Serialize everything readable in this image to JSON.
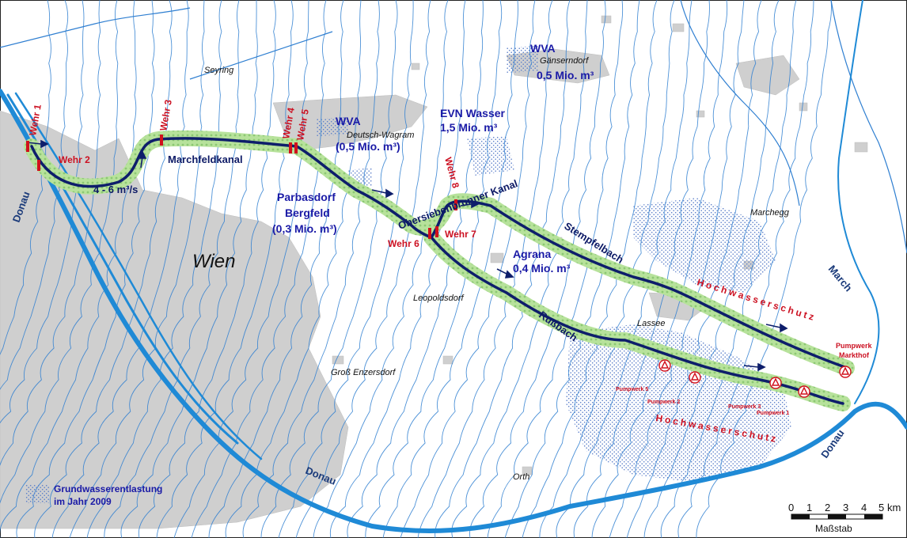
{
  "colors": {
    "settlement": "#cfcfcf",
    "contour": "#2f7fd1",
    "river": "#1f8ad6",
    "canal": "#0e1e6b",
    "buffer": "#a8d98a",
    "weir": "#d0101c",
    "label_blue": "#1a1aa6",
    "label_red": "#cc1122",
    "hatch": "#5b7ec9"
  },
  "city": "Wien",
  "towns": {
    "seyring": "Seyring",
    "deutsch_wagram": "Deutsch-Wagram",
    "gaenserndorf": "Gänserndorf",
    "marchegg": "Marchegg",
    "leopoldsdorf": "Leopoldsdorf",
    "lassee": "Lassee",
    "gross_enzersdorf": "Groß Enzersdorf",
    "orth": "Orth"
  },
  "rivers": {
    "donau_left": "Donau",
    "donau_bottom": "Donau",
    "donau_right": "Donau",
    "march": "March"
  },
  "canals": {
    "marchfeldkanal": "Marchfeldkanal",
    "flow": "4 - 6 m³/s",
    "obersiebenbrunner": "Obersiebenbrunner Kanal",
    "stempfelbach": "Stempfelbach",
    "russbach": "Rußbach"
  },
  "weirs": [
    "Wehr 1",
    "Wehr 2",
    "Wehr 3",
    "Wehr 4",
    "Wehr 5",
    "Wehr 6",
    "Wehr 7",
    "Wehr 8"
  ],
  "waterworks": {
    "wva_gaenserndorf": {
      "name": "WVA",
      "amount": "0,5 Mio. m³"
    },
    "wva_wagram": {
      "name": "WVA",
      "amount": "(0,5 Mio. m³)"
    },
    "evn": {
      "name": "EVN Wasser",
      "amount": "1,5 Mio. m³"
    },
    "parbasdorf": {
      "line1": "Parbasdorf",
      "line2": "Bergfeld",
      "amount": "(0,3 Mio. m³)"
    },
    "agrana": {
      "name": "Agrana",
      "amount": "0,4 Mio. m³"
    }
  },
  "flood_protection": {
    "north": "Hochwasserschutz",
    "south": "Hochwasserschutz"
  },
  "pumping_stations": {
    "markthof_line1": "Pumpwerk",
    "markthof_line2": "Markthof",
    "p1": "Pumpwerk 1",
    "p2": "Pumpwerk 2",
    "p3": "Pumpwerk 3",
    "p5": "Pumpwerk 5"
  },
  "legend": {
    "line1": "Grundwasserentlastung",
    "line2": "im Jahr 2009"
  },
  "scale": {
    "ticks": [
      "0",
      "1",
      "2",
      "3",
      "4",
      "5"
    ],
    "unit": "km",
    "label": "Maßstab"
  }
}
